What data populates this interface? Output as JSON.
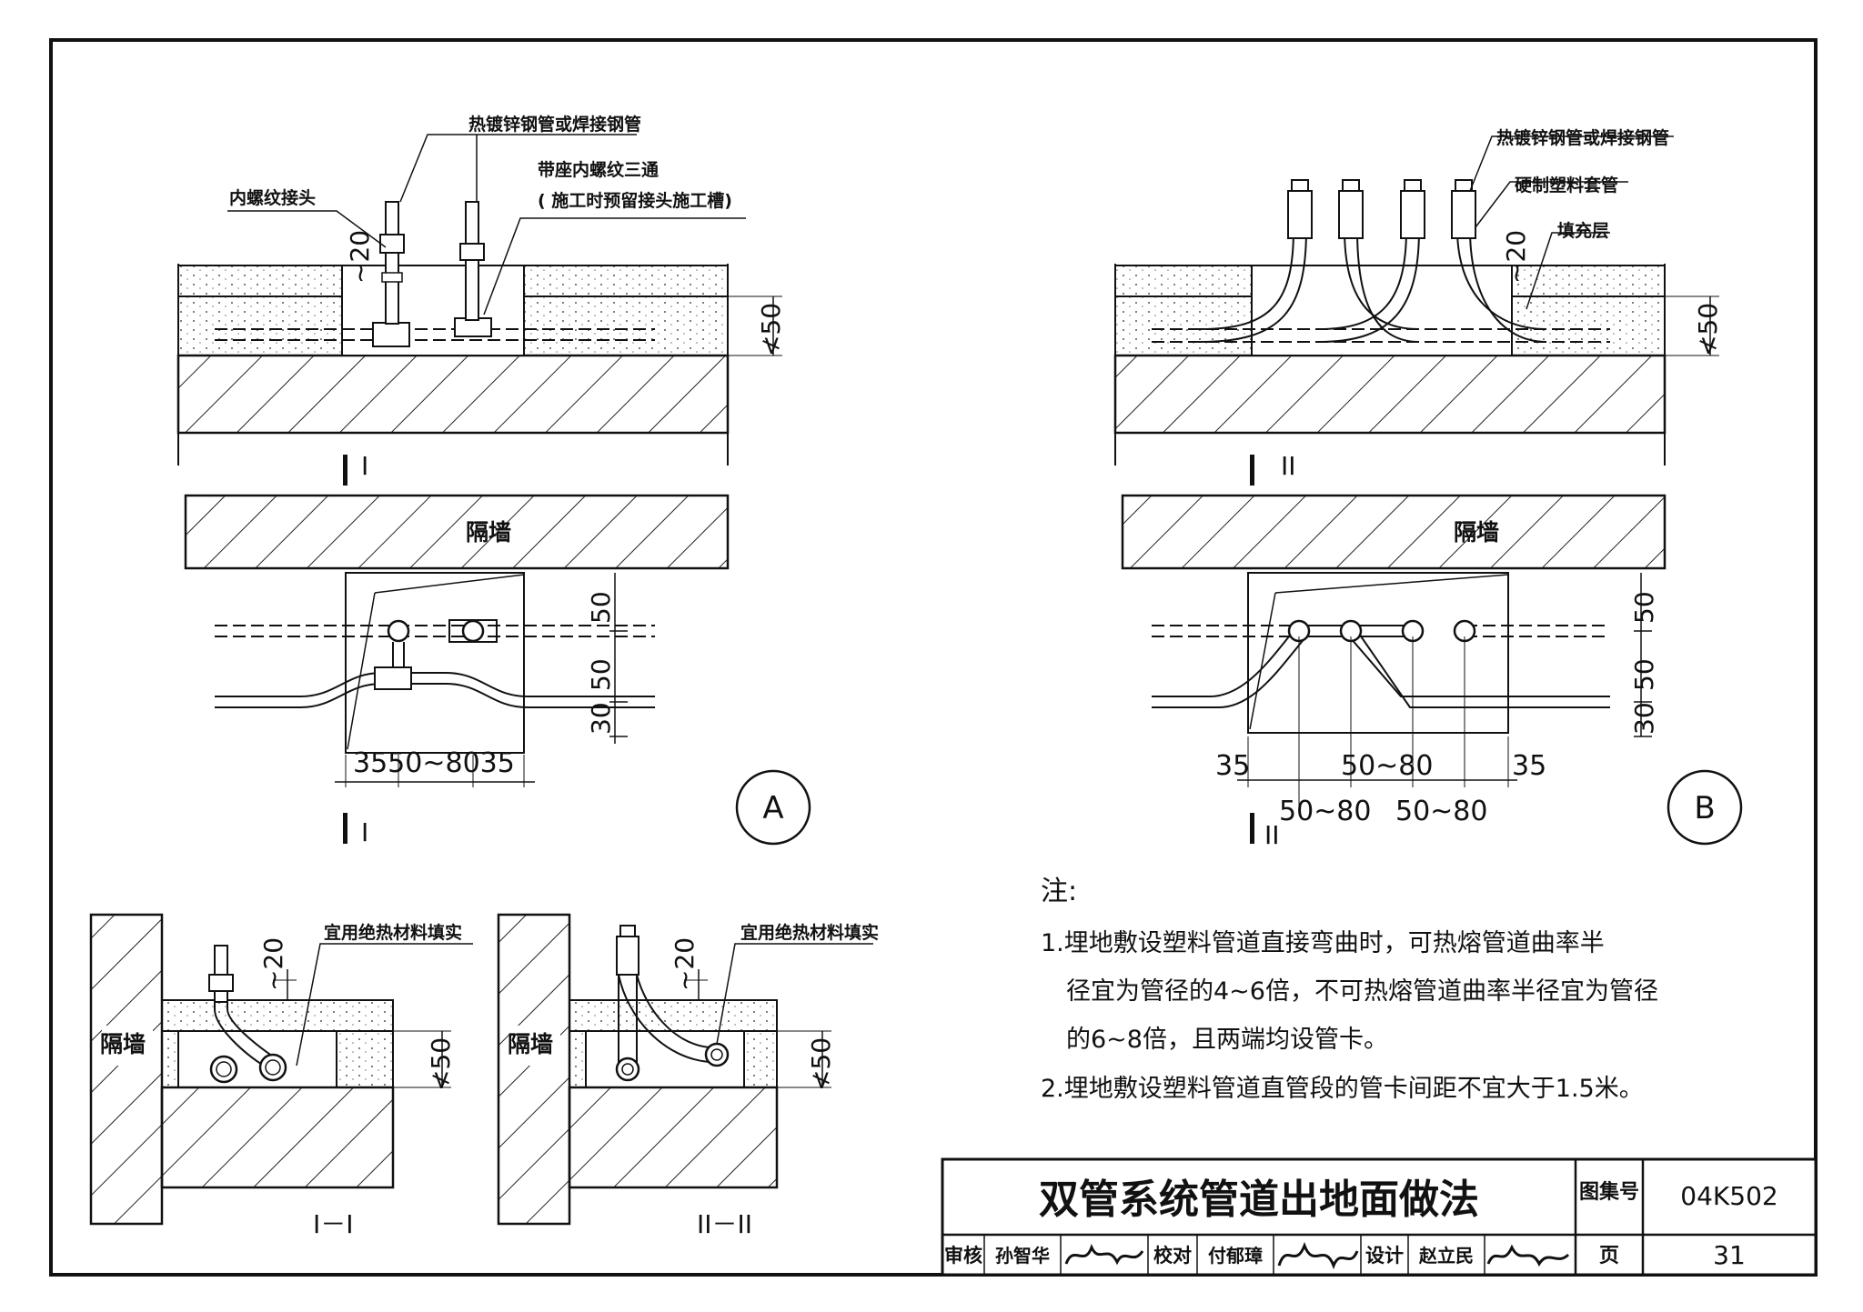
{
  "detail_a": {
    "label_pipe": "热镀锌钢管或焊接钢管",
    "label_tee": "带座内螺纹三通",
    "label_tee_note": "( 施工时预留接头施工槽)",
    "label_joint": "内螺纹接头",
    "dim_20": "~20",
    "dim_50": "≮50",
    "section_mark_top": "I",
    "section_mark_bottom": "I",
    "wall_label": "隔墙",
    "dim_v1": "50",
    "dim_v2": "50",
    "dim_v3": "30",
    "dim_h": "3550~8035",
    "circle_label": "A"
  },
  "detail_b": {
    "label_pipe": "热镀锌钢管或焊接钢管",
    "label_sleeve": "硬制塑料套管",
    "label_fill": "填充层",
    "dim_20": "~20",
    "dim_50": "≮50",
    "section_mark_top": "II",
    "section_mark_bottom": "II",
    "wall_label": "隔墙",
    "dim_v1": "50",
    "dim_v2": "50",
    "dim_v3": "30",
    "dim_h_left": "35",
    "dim_h_mid": "50~80",
    "dim_h_right": "35",
    "dim_h_low1": "50~80",
    "dim_h_low2": "50~80",
    "circle_label": "B"
  },
  "section_1": {
    "wall_label": "隔墙",
    "dim_20": "~20",
    "dim_50": "≮50",
    "fill_note": "宜用绝热材料填实",
    "caption": "I－I"
  },
  "section_2": {
    "wall_label": "隔墙",
    "dim_20": "~20",
    "dim_50": "≮50",
    "fill_note": "宜用绝热材料填实",
    "caption": "II－II"
  },
  "notes": {
    "heading": "注:",
    "line1": "1.埋地敷设塑料管道直接弯曲时，可热熔管道曲率半",
    "line2": "径宜为管径的4~6倍，不可热熔管道曲率半径宜为管径",
    "line3": "的6~8倍，且两端均设管卡。",
    "line4": "2.埋地敷设塑料管道直管段的管卡间距不宜大于1.5米。"
  },
  "title_block": {
    "title": "双管系统管道出地面做法",
    "atlas_label": "图集号",
    "atlas_no": "04K502",
    "review_label": "审核",
    "reviewer": "孙智华",
    "check_label": "校对",
    "checker": "付郁璋",
    "design_label": "设计",
    "designer": "赵立民",
    "page_label": "页",
    "page_no": "31"
  }
}
